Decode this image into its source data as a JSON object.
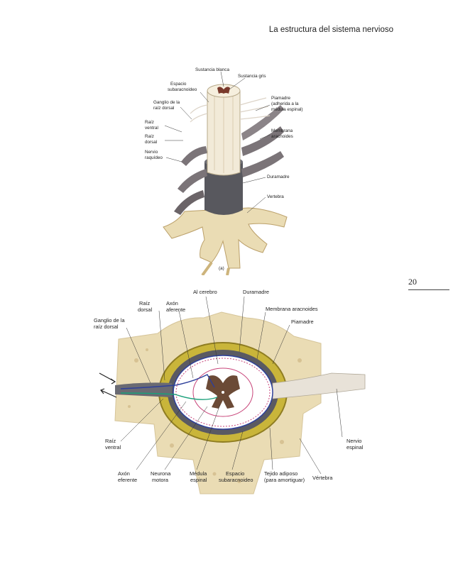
{
  "header": {
    "title": "La estructura del sistema nervioso"
  },
  "page_number": "20",
  "figure_a": {
    "caption": "(a)",
    "labels": {
      "sustancia_blanca": "Sustancia blanca",
      "sustancia_gris": "Sustancia gris",
      "espacio_1": "Espacio",
      "espacio_2": "subaracnoideo",
      "ganglio_1": "Ganglio de la",
      "ganglio_2": "raíz dorsal",
      "raiz_ventral_1": "Raíz",
      "raiz_ventral_2": "ventral",
      "raiz_dorsal_1": "Raíz",
      "raiz_dorsal_2": "dorsal",
      "nervio_1": "Nervio",
      "nervio_2": "raquídeo",
      "piamadre_1": "Piamadre",
      "piamadre_2": "(adherida a la",
      "piamadre_3": "médula espinal)",
      "membrana_1": "Membrana",
      "membrana_2": "aracnoides",
      "duramadre": "Duramadre",
      "vertebra": "Vertebra"
    }
  },
  "figure_b": {
    "labels": {
      "al_cerebro": "Al cerebro",
      "duramadre": "Duramadre",
      "raiz_dorsal_1": "Raíz",
      "raiz_dorsal_2": "dorsal",
      "axon_aferente_1": "Axón",
      "axon_aferente_2": "aferente",
      "membrana_aracnoides": "Membrana aracnoides",
      "ganglio_1": "Ganglio de la",
      "ganglio_2": "raíz dorsal",
      "piamadre": "Piamadre",
      "raiz_ventral_1": "Raíz",
      "raiz_ventral_2": "ventral",
      "nervio_espinal_1": "Nervio",
      "nervio_espinal_2": "espinal",
      "axon_eferente_1": "Axón",
      "axon_eferente_2": "eferente",
      "neurona_1": "Neurona",
      "neurona_2": "motora",
      "medula_1": "Médula",
      "medula_2": "espinal",
      "espacio_1": "Espacio",
      "espacio_2": "subaracnoideo",
      "tejido_1": "Tejido adiposo",
      "tejido_2": "(para amortiguar)",
      "vertebra": "Vértebra"
    }
  },
  "colors": {
    "bone": "#eadcb4",
    "bone_dark": "#cdb47c",
    "dura": "#58585e",
    "nerve": "#7b7478",
    "fat": "#c9b53a",
    "grey_matter": "#6b4a36",
    "pia": "#c8457a",
    "axon_blue": "#2d3f9a",
    "axon_green": "#1aa07a"
  }
}
